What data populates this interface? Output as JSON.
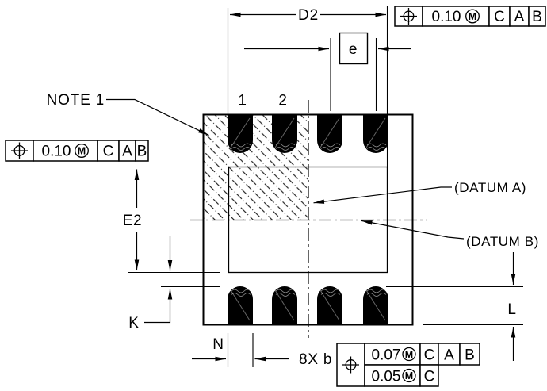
{
  "diagram": {
    "labels": {
      "note1": "NOTE 1",
      "dim_d2": "D2",
      "dim_e": "e",
      "dim_e2": "E2",
      "dim_k": "K",
      "dim_n": "N",
      "dim_l": "L",
      "dim_b": "8X b",
      "datum_a": "(DATUM A)",
      "datum_b": "(DATUM B)"
    },
    "pin_numbers": [
      "1",
      "2"
    ],
    "fcf_top_right": {
      "tolerance": "0.10",
      "modifier": "M",
      "datums": [
        "C",
        "A",
        "B"
      ]
    },
    "fcf_left": {
      "tolerance": "0.10",
      "modifier": "M",
      "datums": [
        "C",
        "A",
        "B"
      ]
    },
    "fcf_bottom": {
      "rows": [
        {
          "tolerance": "0.07",
          "modifier": "M",
          "datums": [
            "C",
            "A",
            "B"
          ]
        },
        {
          "tolerance": "0.05",
          "modifier": "M",
          "datums": [
            "C"
          ]
        }
      ]
    },
    "colors": {
      "ink": "#000000",
      "paper": "#ffffff",
      "pin_fill": "#000000"
    }
  }
}
